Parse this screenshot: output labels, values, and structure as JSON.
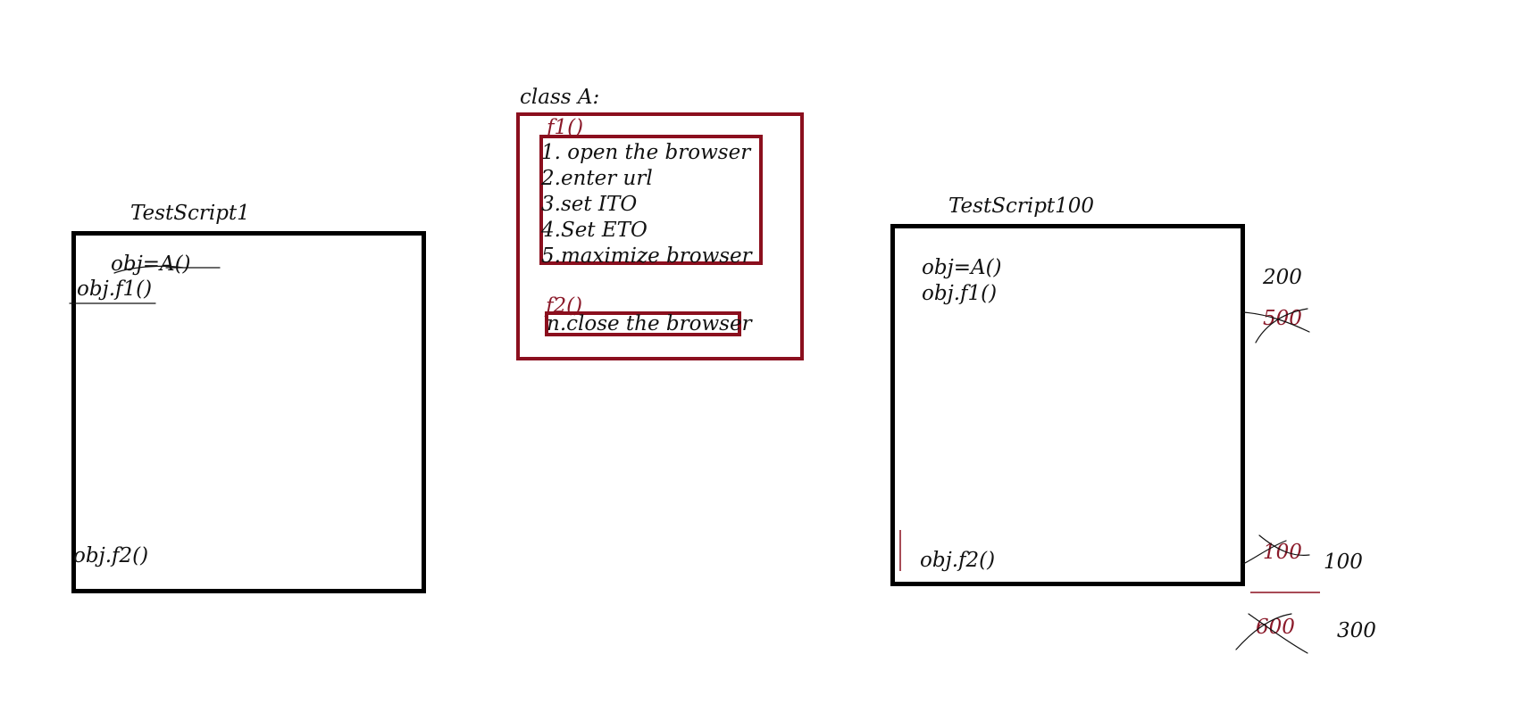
{
  "colors": {
    "ink": "#111111",
    "accent": "#8b0f1e",
    "background": "#ffffff"
  },
  "class_box": {
    "title": "class A:",
    "f1_label": "f1()",
    "f1_steps": [
      "1. open the browser",
      "2.enter url",
      "3.set ITO",
      "4.Set ETO",
      "5.maximize browser"
    ],
    "f2_label": "f2()",
    "f2_steps": [
      "n.close the browser"
    ]
  },
  "script1": {
    "title": "TestScript1",
    "line1": "obj=A()",
    "line2": "obj.f1()",
    "line3": "obj.f2()"
  },
  "script100": {
    "title": "TestScript100",
    "line1": "obj=A()",
    "line2": "obj.f1()",
    "line3": "obj.f2()"
  },
  "annotations": {
    "n200": "200",
    "n500": "500",
    "n100_crossed": "100",
    "n100": "100",
    "n600": "600",
    "n300": "300"
  }
}
